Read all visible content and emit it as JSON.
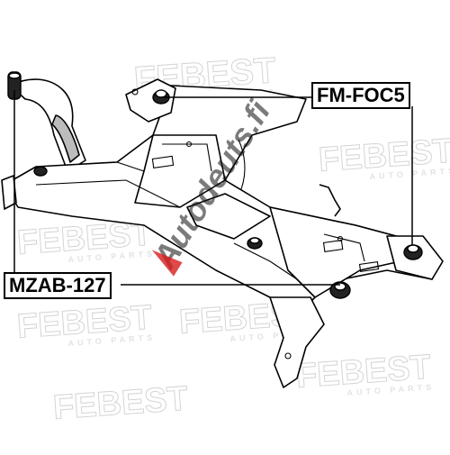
{
  "callouts": {
    "part_top_right": "FM-FOC5",
    "part_left": "MZAB-127"
  },
  "watermark": {
    "brand": "FEBEST",
    "tagline": "AUTO PARTS",
    "site_mark": "Autodeuts.fi"
  },
  "colors": {
    "line": "#000000",
    "watermark": "#e3e3e3",
    "site_mark_red": "#d81c1c",
    "site_mark_black": "#111111",
    "bushing": "#222222"
  }
}
